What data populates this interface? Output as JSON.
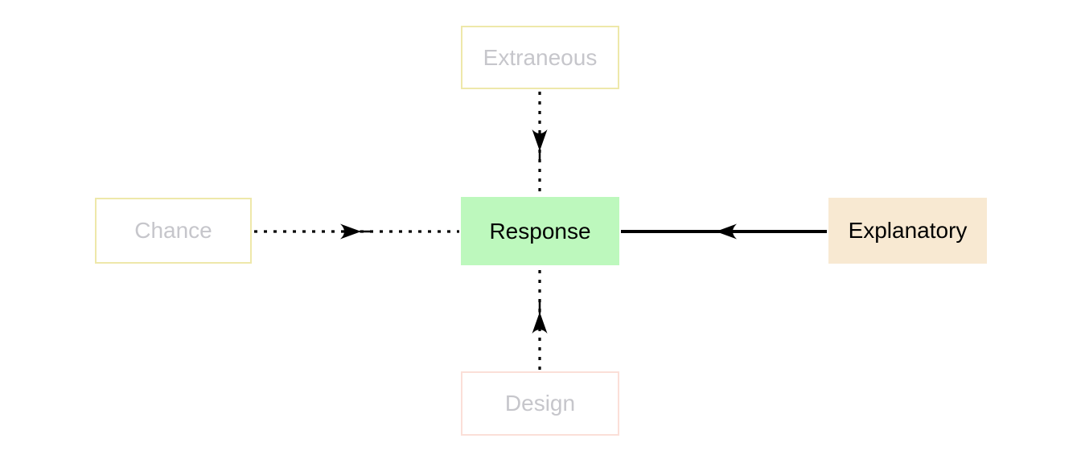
{
  "diagram": {
    "description": "Variable relationship diagram: Response variable influenced by Explanatory (solid arrow) and by Extraneous, Chance, Design (dashed arrows)",
    "nodes": {
      "extraneous": {
        "label": "Extraneous",
        "variant": "muted-yellow",
        "position": "top"
      },
      "chance": {
        "label": "Chance",
        "variant": "muted-yellow",
        "position": "left"
      },
      "response": {
        "label": "Response",
        "variant": "green-fill",
        "position": "center"
      },
      "explanatory": {
        "label": "Explanatory",
        "variant": "tan-fill",
        "position": "right"
      },
      "design": {
        "label": "Design",
        "variant": "muted-pink",
        "position": "bottom"
      }
    },
    "edges": [
      {
        "from": "extraneous",
        "to": "response",
        "line": "dashed",
        "direction": "down"
      },
      {
        "from": "chance",
        "to": "response",
        "line": "dashed",
        "direction": "right"
      },
      {
        "from": "explanatory",
        "to": "response",
        "line": "solid",
        "direction": "left"
      },
      {
        "from": "design",
        "to": "response",
        "line": "dashed",
        "direction": "up"
      }
    ],
    "colors": {
      "response_fill": "#bdf8bd",
      "explanatory_fill": "#f8e9d2",
      "yellow_border": "#eee8aa",
      "pink_border": "#fbdfd8",
      "muted_text": "#c6c6cb",
      "active_text": "#000000",
      "arrow": "#000000",
      "background": "#ffffff"
    }
  }
}
